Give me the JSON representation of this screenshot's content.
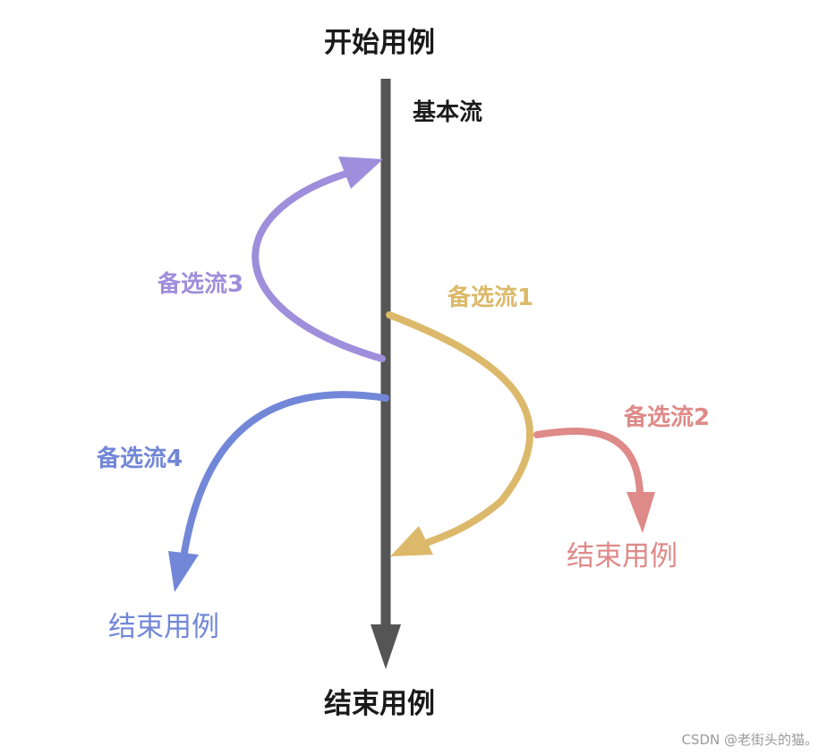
{
  "diagram": {
    "start_label": "开始用例",
    "basic_flow_label": "基本流",
    "end_main_label": "结束用例",
    "alt_flows": [
      {
        "label": "备选流1",
        "color": "#dcb96a"
      },
      {
        "label": "备选流2",
        "color": "#de8a88",
        "end_label": "结束用例"
      },
      {
        "label": "备选流3",
        "color": "#9d8fdb"
      },
      {
        "label": "备选流4",
        "color": "#7287d8",
        "end_label": "结束用例"
      }
    ],
    "main_line_color": "#555555"
  },
  "watermark": "CSDN @老街头的猫。"
}
